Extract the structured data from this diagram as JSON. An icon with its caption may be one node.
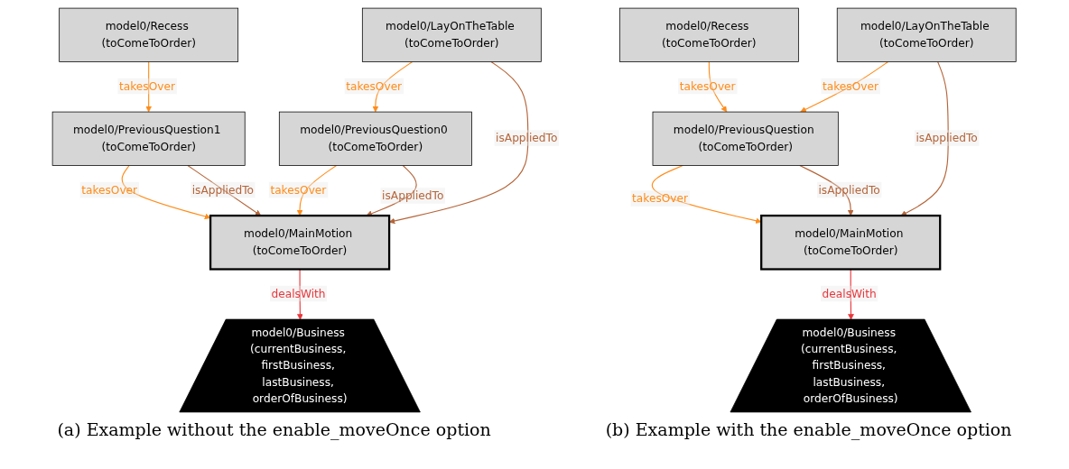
{
  "diagram": {
    "nodes": [
      {
        "text": [
          "model0/Recess (toComeToOrder)"
        ]
      },
      {
        "text": [
          "model0/LayOnTheTable (toComeToOrder)"
        ]
      },
      {
        "text": [
          "model0/PreviousQuestion1 (toComeToOrder)"
        ]
      },
      {
        "text": [
          "model0/PreviousQuestion0 (toComeToOrder)"
        ]
      },
      {
        "text": [
          "model0/MainMotion (toComeToOrder)"
        ]
      },
      {
        "text": [
          "model0/Business (currentBusiness, firstBusiness, lastBusiness, orderOfBusiness)"
        ]
      },
      {
        "text": [
          "model0/Recess (toComeToOrder)"
        ]
      },
      {
        "text": [
          "model0/LayOnTheTable (toComeToOrder)"
        ]
      },
      {
        "text": [
          "model0/PreviousQuestion (toComeToOrder)"
        ]
      },
      {
        "text": [
          "model0/MainMotion (toComeToOrder)"
        ]
      },
      {
        "text": [
          "model0/Business (currentBusiness, firstBusiness, lastBusiness, orderOfBusiness)"
        ]
      }
    ],
    "edges": [
      {
        "from": 0,
        "to": 2,
        "arrow": "to",
        "label": "takesOver",
        "color": "#ff8c1a"
      },
      {
        "from": 1,
        "to": 3,
        "arrow": "to",
        "label": "takesOver",
        "color": "#ff8c1a"
      },
      {
        "from": 1,
        "to": 4,
        "arrow": "to",
        "label": "isAppliedTo",
        "color": "#b5653a"
      },
      {
        "from": 2,
        "to": 4,
        "arrow": "to",
        "label": "takesOver",
        "color": "#ff8c1a"
      },
      {
        "from": 2,
        "to": 4,
        "arrow": "to",
        "label": "isAppliedTo",
        "color": "#b5653a"
      },
      {
        "from": 3,
        "to": 4,
        "arrow": "to",
        "label": "takesOver",
        "color": "#ff8c1a"
      },
      {
        "from": 3,
        "to": 4,
        "arrow": "to",
        "label": "isAppliedTo",
        "color": "#b5653a"
      },
      {
        "from": 4,
        "to": 5,
        "arrow": "to",
        "label": "dealsWith",
        "color": "#e8383d"
      },
      {
        "from": 6,
        "to": 8,
        "arrow": "to",
        "label": "takesOver",
        "color": "#ff8c1a"
      },
      {
        "from": 7,
        "to": 8,
        "arrow": "to",
        "label": "takesOver",
        "color": "#ff8c1a"
      },
      {
        "from": 7,
        "to": 9,
        "arrow": "to",
        "label": "isAppliedTo",
        "color": "#b5653a"
      },
      {
        "from": 8,
        "to": 9,
        "arrow": "to",
        "label": "takesOver",
        "color": "#ff8c1a"
      },
      {
        "from": 8,
        "to": 9,
        "arrow": "to",
        "label": "isAppliedTo",
        "color": "#b5653a"
      },
      {
        "from": 9,
        "to": 10,
        "arrow": "to",
        "label": "dealsWith",
        "color": "#e8383d"
      }
    ],
    "labels": [
      "(a) Example without the enable_moveOnce option",
      "(b) Example with the enable_moveOnce option"
    ]
  }
}
